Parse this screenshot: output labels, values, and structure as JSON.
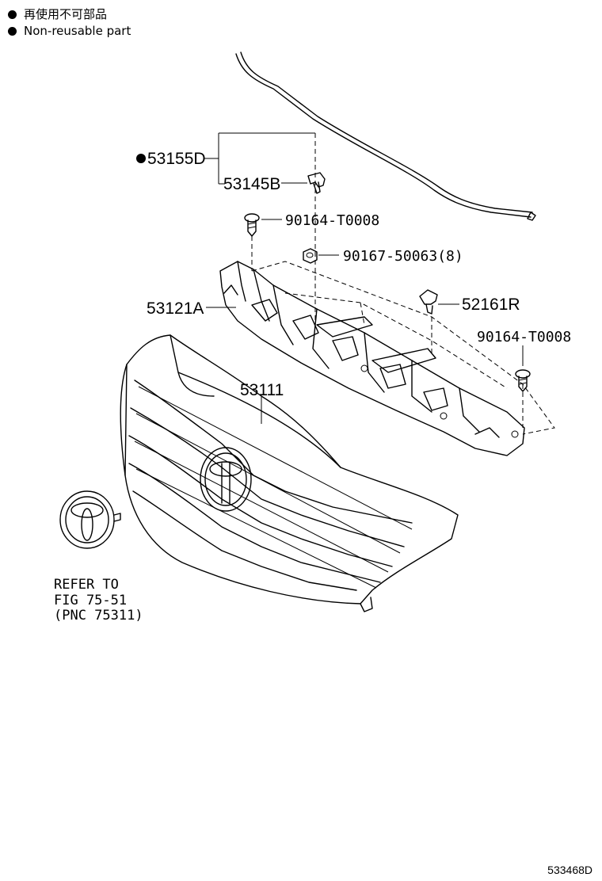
{
  "legend": {
    "line1": "再使用不可部品",
    "line2": "Non-reusable part"
  },
  "parts": {
    "weatherstrip": "53155D",
    "clip": "53145B",
    "screw_top": "90164-T0008",
    "nut": "90167-50063(8)",
    "retainer": "53121A",
    "clip_right": "52161R",
    "screw_right": "90164-T0008",
    "grille": "53111"
  },
  "reference": {
    "line1": "REFER TO",
    "line2": "FIG 75-51",
    "line3": "(PNC 75311)"
  },
  "figure_id": "533468D",
  "icons": {
    "non_reusable_marker": "filled-circle",
    "emblem": "toyota-emblem"
  }
}
